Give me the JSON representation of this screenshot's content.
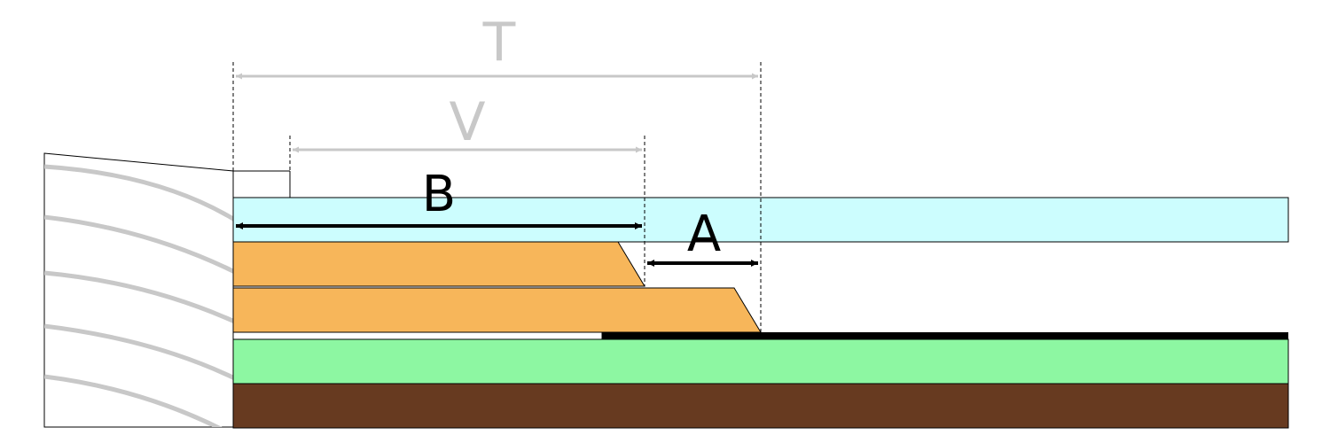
{
  "labels": {
    "t": "T",
    "v": "V",
    "b": "B",
    "a": "A"
  },
  "colors": {
    "cover_band": "#ccfdfe",
    "orange_layer": "#f7b65a",
    "green_layer": "#8df7a2",
    "brown_layer": "#673a20",
    "black_strip": "#000000",
    "grey_dimension": "#c8c8c8",
    "dark_dimension": "#000000",
    "arc_grey": "#c8c8c8"
  }
}
